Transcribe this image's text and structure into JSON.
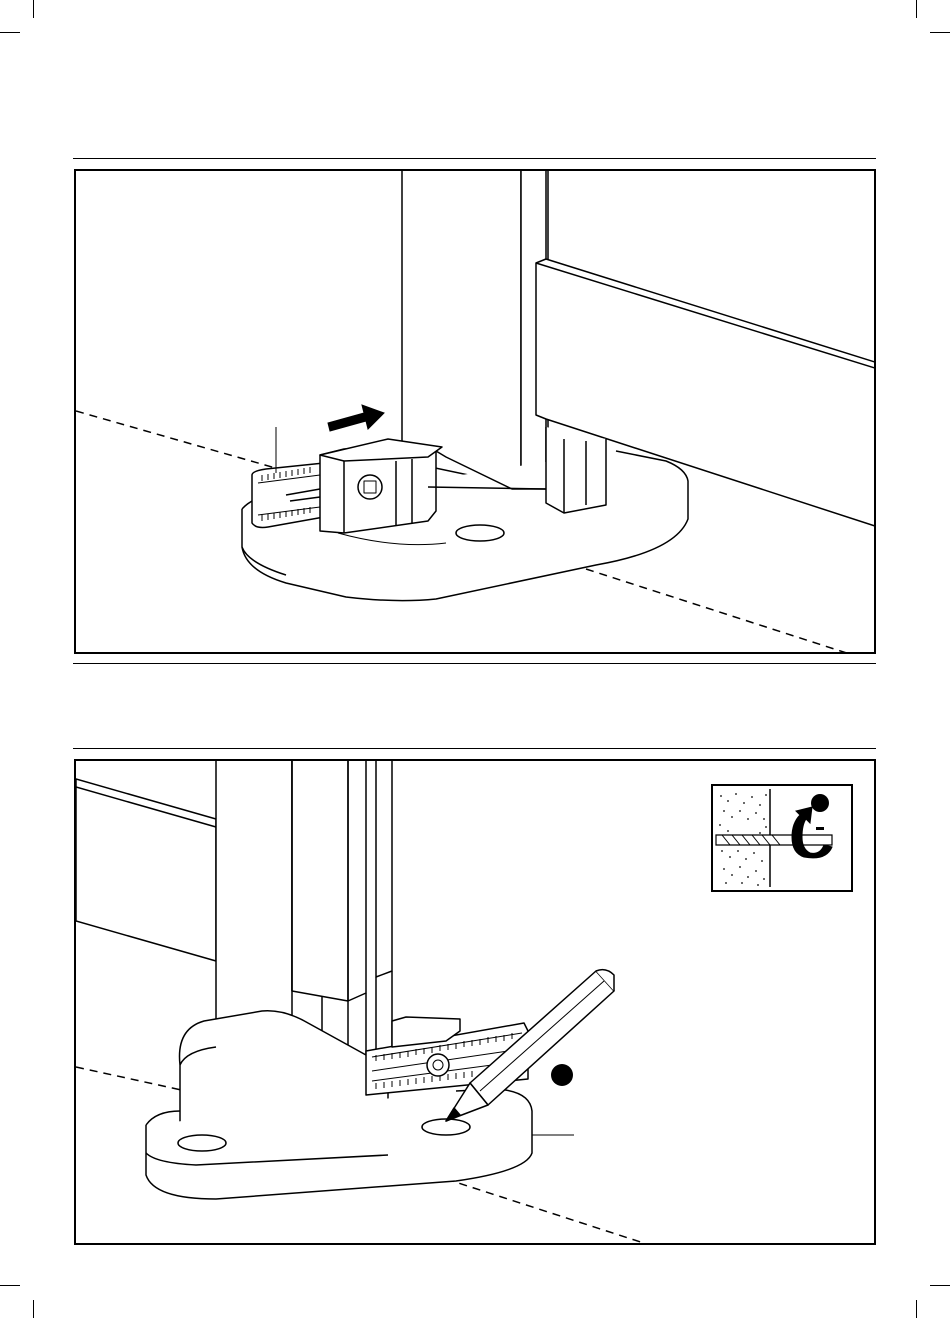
{
  "document": {
    "type": "assembly-instruction-page",
    "steps": [
      {
        "step": "top",
        "illustration": "slide-bracket-onto-post-foot",
        "arrow": "push-direction-arrow"
      },
      {
        "step": "bottom",
        "illustration": "mark-drill-hole-with-pencil",
        "inset": "drill-into-wall-icon",
        "markers": [
          "step-marker-dot",
          "inset-marker-dot"
        ]
      }
    ],
    "colors": {
      "line": "#000000",
      "background": "#ffffff"
    }
  }
}
